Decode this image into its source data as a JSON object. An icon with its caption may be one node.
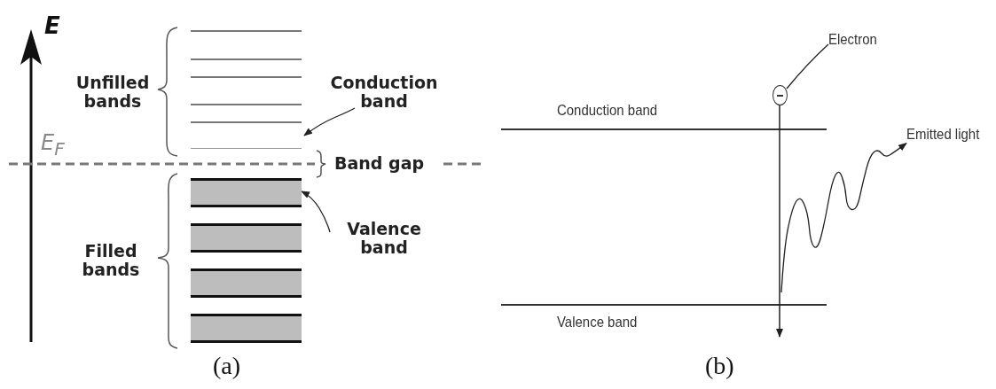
{
  "diagram": {
    "nodes": [
      {
        "text": [
          "Conduction band"
        ]
      },
      {
        "text": [
          "Valence band"
        ]
      },
      {
        "text": [],
        "shape": "bar"
      },
      {
        "text": [
          "Electron"
        ]
      },
      {
        "text": [],
        "shape": "circle"
      },
      {
        "text": [
          "Emitted light"
        ]
      },
      {
        "text": [],
        "shape": "bar"
      },
      {
        "text": [],
        "shape": "bar"
      },
      {
        "text": [],
        "shape": "bar"
      }
    ],
    "edges": [
      {
        "from": 0,
        "to": null,
        "arrow": "to"
      },
      {
        "from": 1,
        "to": 2,
        "arrow": "to"
      },
      {
        "from": 3,
        "to": 4,
        "arrow": "none"
      },
      {
        "from": 4,
        "to": null,
        "arrow": "to"
      },
      {
        "from": null,
        "to": 5,
        "arrow": "to"
      }
    ],
    "labels": [
      "E",
      "Unfilled bands",
      "E$_{F}$",
      "Band gap",
      "Filled bands",
      "(a)",
      "Conduction band",
      "Valence band",
      "(b)"
    ]
  }
}
